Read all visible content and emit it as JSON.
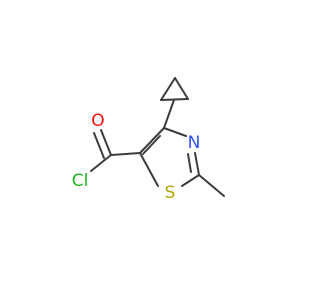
{
  "molecule": {
    "atoms": {
      "oxygen": {
        "label": "O",
        "color": "#ff0d0d"
      },
      "chlorine": {
        "label": "Cl",
        "color": "#1fb41f"
      },
      "nitrogen": {
        "label": "N",
        "color": "#3050f8"
      },
      "sulfur": {
        "label": "S",
        "color": "#b2a600"
      }
    },
    "bond_color": "#3c3c3c"
  }
}
